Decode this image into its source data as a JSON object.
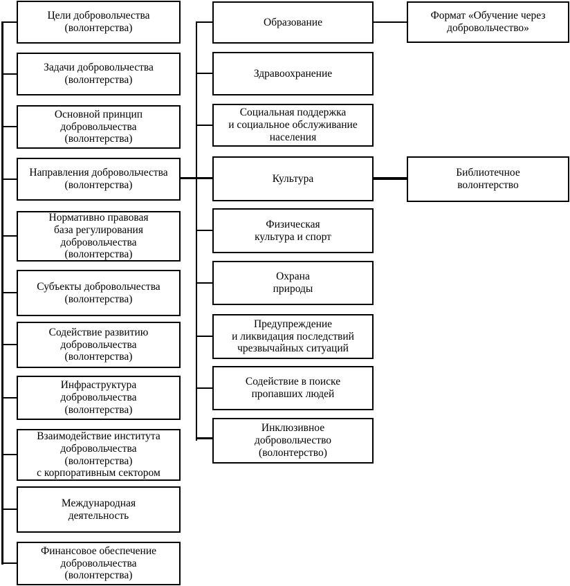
{
  "diagram": {
    "colors": {
      "line": "#000000",
      "border": "#000000",
      "background": "#ffffff",
      "text": "#000000"
    },
    "left_column": {
      "items": [
        {
          "label": "Цели добровольчества\n(волонтерства)"
        },
        {
          "label": "Задачи добровольчества\n(волонтерства)"
        },
        {
          "label": "Основной принцип\nдобровольчества\n(волонтерства)"
        },
        {
          "label": "Направления добровольчества\n(волонтерства)"
        },
        {
          "label": "Нормативно правовая\nбаза регулирования\nдобровольчества\n(волонтерства)"
        },
        {
          "label": "Субъекты добровольчества\n(волонтерства)"
        },
        {
          "label": "Содействие развитию\nдобровольчества\n(волонтерства)"
        },
        {
          "label": "Инфраструктура\nдобровольчества\n(волонтерства)"
        },
        {
          "label": "Взаимодействие института\nдобровольчества\n(волонтерства)\nс корпоративным сектором"
        },
        {
          "label": "Международная\nдеятельность"
        },
        {
          "label": "Финансовое обеспечение\nдобровольчества\n(волонтерства)"
        }
      ]
    },
    "middle_column": {
      "items": [
        {
          "label": "Образование"
        },
        {
          "label": "Здравоохранение"
        },
        {
          "label": "Социальная поддержка\nи социальное обслуживание\nнаселения"
        },
        {
          "label": "Культура"
        },
        {
          "label": "Физическая\nкультура и спорт"
        },
        {
          "label": "Охрана\nприроды"
        },
        {
          "label": "Предупреждение\nи ликвидация последствий\nчрезвычайных ситуаций"
        },
        {
          "label": "Содействие в поиске\nпропавших людей"
        },
        {
          "label": "Инклюзивное\nдобровольчество\n(волонтерство)"
        }
      ]
    },
    "right_column": {
      "items": [
        {
          "label": "Формат «Обучение через\nдобровольчество»"
        },
        {
          "label": "Библиотечное\nволонтерство"
        }
      ]
    }
  }
}
